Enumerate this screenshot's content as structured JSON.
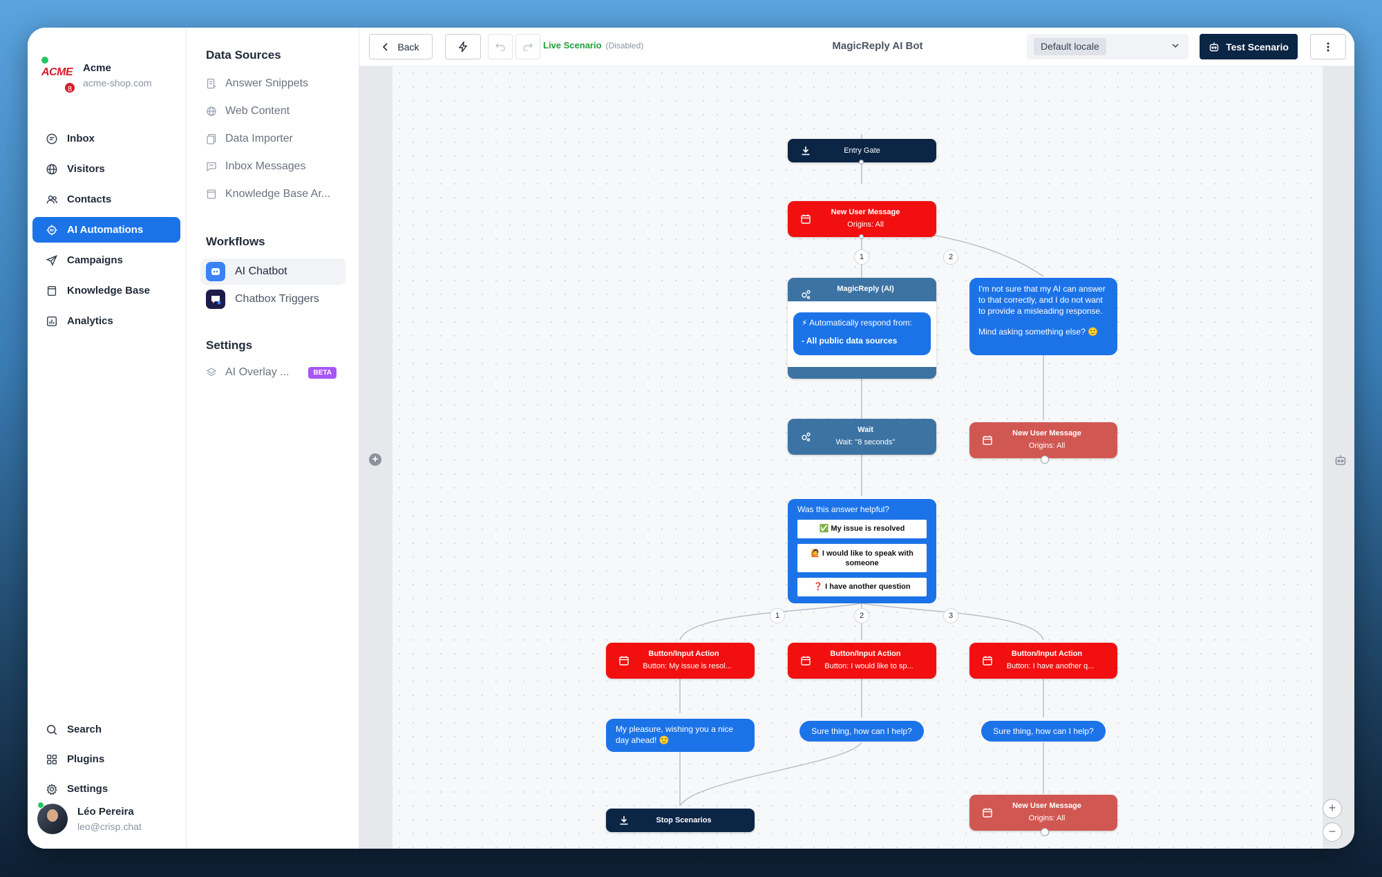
{
  "brand": {
    "name": "Acme",
    "domain": "acme-shop.com",
    "logo_text": "ACME",
    "badge_count": "8"
  },
  "nav": {
    "items": [
      {
        "label": "Inbox",
        "icon": "inbox-icon"
      },
      {
        "label": "Visitors",
        "icon": "globe-icon"
      },
      {
        "label": "Contacts",
        "icon": "contacts-icon"
      },
      {
        "label": "AI Automations",
        "icon": "ai-icon",
        "active": true
      },
      {
        "label": "Campaigns",
        "icon": "send-icon"
      },
      {
        "label": "Knowledge Base",
        "icon": "book-icon"
      },
      {
        "label": "Analytics",
        "icon": "chart-icon"
      }
    ],
    "bottom": [
      {
        "label": "Search",
        "icon": "search-icon"
      },
      {
        "label": "Plugins",
        "icon": "plugins-icon"
      },
      {
        "label": "Settings",
        "icon": "gear-icon"
      }
    ]
  },
  "user": {
    "name": "Léo Pereira",
    "email": "leo@crisp.chat"
  },
  "panel": {
    "data_sources_title": "Data Sources",
    "data_sources": [
      {
        "label": "Answer Snippets",
        "icon": "snippet-icon"
      },
      {
        "label": "Web Content",
        "icon": "globe-icon"
      },
      {
        "label": "Data Importer",
        "icon": "import-icon"
      },
      {
        "label": "Inbox Messages",
        "icon": "message-icon"
      },
      {
        "label": "Knowledge Base Ar...",
        "icon": "book-icon"
      }
    ],
    "workflows_title": "Workflows",
    "workflows": [
      {
        "label": "AI Chatbot",
        "icon": "bot-icon",
        "active": true
      },
      {
        "label": "Chatbox Triggers",
        "icon": "chatbox-icon"
      }
    ],
    "settings_title": "Settings",
    "settings": [
      {
        "label": "AI Overlay ...",
        "icon": "layers-icon",
        "badge": "BETA"
      }
    ]
  },
  "toolbar": {
    "back_label": "Back",
    "live_label": "Live Scenario",
    "live_status": "(Disabled)",
    "title": "MagicReply AI Bot",
    "locale": "Default locale",
    "test_label": "Test Scenario"
  },
  "colors": {
    "accent": "#1c73e8",
    "navy": "#0b2545",
    "red": "#f20f0f",
    "coral": "#d15752",
    "steel": "#3d73a3"
  },
  "flow": {
    "entry": "Entry Gate",
    "trigger1": {
      "title": "New User Message",
      "sub": "Origins: All"
    },
    "magic": {
      "title": "MagicReply (AI)",
      "line1": "⚡ Automatically respond from:",
      "line2": "- All public data sources"
    },
    "fallback": {
      "line1": "I'm not sure that my AI can answer to that correctly, and I do not want to provide a misleading response.",
      "line2": "Mind asking something else? 🙂"
    },
    "wait": {
      "title": "Wait",
      "sub": "Wait: \"8 seconds\""
    },
    "trigger2": {
      "title": "New User Message",
      "sub": "Origins: All"
    },
    "question": {
      "title": "Was this answer helpful?",
      "opt1": "✅ My issue is resolved",
      "opt2": "🙋 I would like to speak with someone",
      "opt3": "❓ I have another question"
    },
    "action1": {
      "title": "Button/Input Action",
      "sub": "Button: My issue is resol..."
    },
    "action2": {
      "title": "Button/Input Action",
      "sub": "Button: I would like to sp..."
    },
    "action3": {
      "title": "Button/Input Action",
      "sub": "Button: I have another q..."
    },
    "reply1": "My pleasure, wishing you a nice day ahead! 🙂",
    "reply2": "Sure thing, how can I help?",
    "reply3": "Sure thing, how can I help?",
    "stop": "Stop Scenarios",
    "trigger3": {
      "title": "New User Message",
      "sub": "Origins: All"
    },
    "branches": {
      "b1": "1",
      "b2": "2",
      "c1": "1",
      "c2": "2",
      "c3": "3"
    }
  }
}
